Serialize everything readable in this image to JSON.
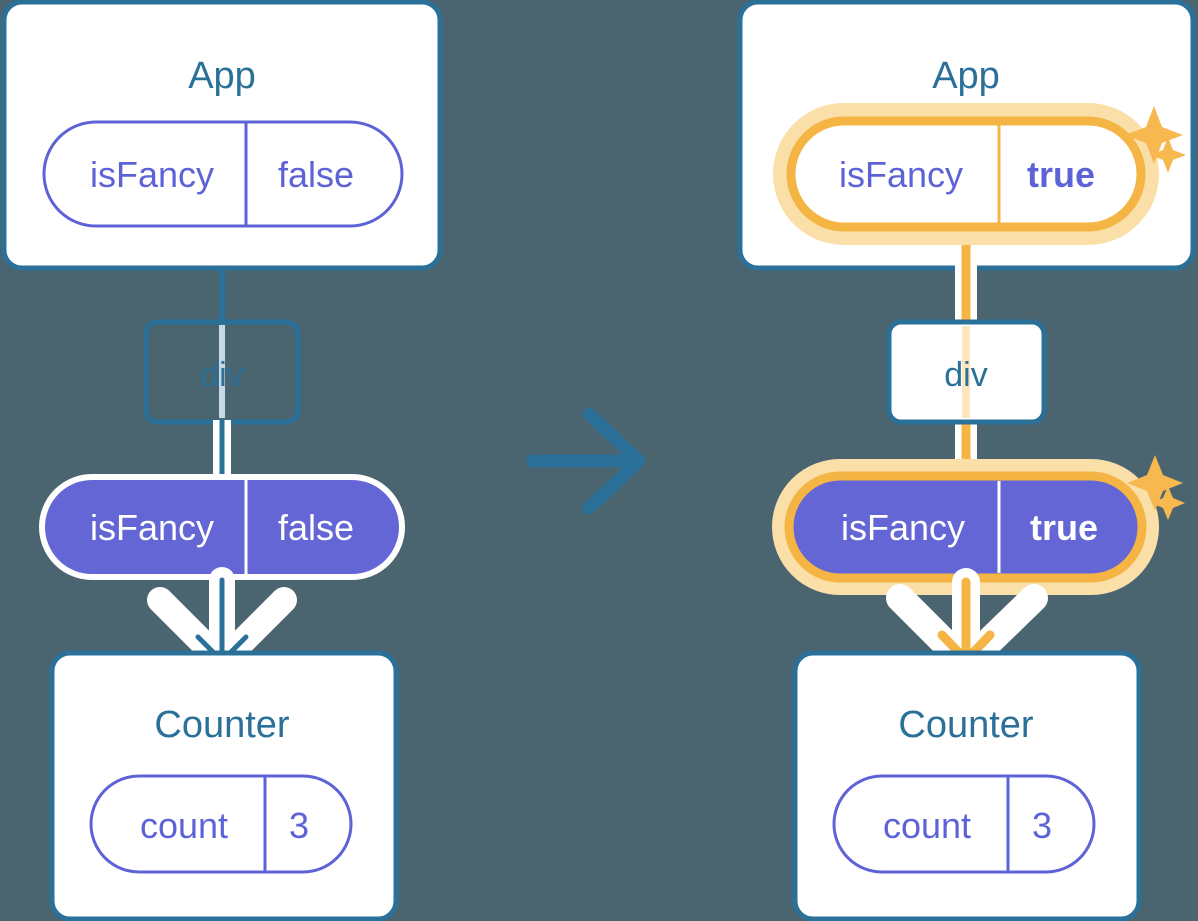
{
  "diagram": {
    "title": "React state update propagation diagram",
    "background_color": "#4a6570",
    "transition_arrow": "arrow-right",
    "panels": [
      {
        "id": "before",
        "side": "left",
        "app_box": {
          "label": "App",
          "state_pill": {
            "key": "isFancy",
            "value": "false",
            "style": "outline",
            "highlighted": false
          }
        },
        "div_node": {
          "label": "div"
        },
        "props_pill": {
          "key": "isFancy",
          "value": "false",
          "style": "filled",
          "highlighted": false
        },
        "counter_box": {
          "label": "Counter",
          "state_pill": {
            "key": "count",
            "value": "3",
            "style": "outline",
            "highlighted": false
          }
        },
        "sparkles": false,
        "flow_color": "#2b7099"
      },
      {
        "id": "after",
        "side": "right",
        "app_box": {
          "label": "App",
          "state_pill": {
            "key": "isFancy",
            "value": "true",
            "style": "outline",
            "highlighted": true
          }
        },
        "div_node": {
          "label": "div"
        },
        "props_pill": {
          "key": "isFancy",
          "value": "true",
          "style": "filled",
          "highlighted": true
        },
        "counter_box": {
          "label": "Counter",
          "state_pill": {
            "key": "count",
            "value": "3",
            "style": "outline",
            "highlighted": false
          }
        },
        "sparkles": true,
        "flow_color": "#f5b545"
      }
    ],
    "colors": {
      "background": "#4a6570",
      "box_border": "#2b7099",
      "box_fill": "#ffffff",
      "title_text": "#2b7099",
      "pill_purple": "#5d63d6",
      "pill_filled_bg": "#6366d4",
      "highlight_orange": "#f5b545",
      "highlight_glow": "#fadfa8",
      "arrow_halo": "#ffffff"
    }
  }
}
